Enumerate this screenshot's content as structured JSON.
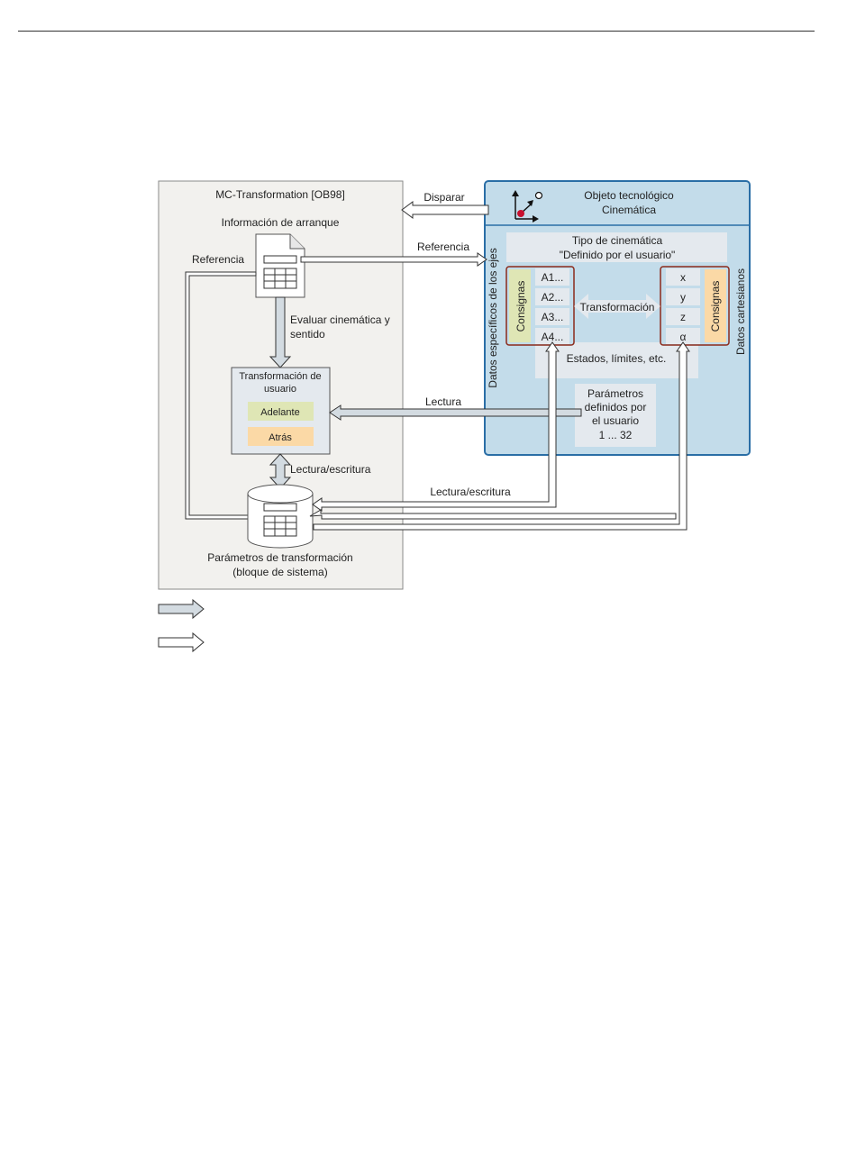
{
  "diagram": {
    "left_panel": {
      "title": "MC-Transformation [OB98]",
      "startup_info": "Información de arranque",
      "reference_label": "Referencia",
      "evaluate_line1": "Evaluar cinemática y",
      "evaluate_line2": "sentido",
      "user_transform_line1": "Transformación de",
      "user_transform_line2": "usuario",
      "forward": "Adelante",
      "backward": "Atrás",
      "rw_label": "Lectura/escritura",
      "params_line1": "Parámetros de transformación",
      "params_line2": "(bloque de sistema)"
    },
    "arrows": {
      "trigger": "Disparar",
      "reference": "Referencia",
      "read": "Lectura",
      "read_write": "Lectura/escritura"
    },
    "right_panel": {
      "title_line1": "Objeto tecnológico",
      "title_line2": "Cinemática",
      "kin_type_line1": "Tipo de cinemática",
      "kin_type_line2": "\"Definido por el usuario\"",
      "axis_data_label": "Datos específicos de los ejes",
      "cartesian_data_label": "Datos cartesianos",
      "setpoints_left": "Consignas",
      "setpoints_right": "Consignas",
      "axes": [
        "A1...",
        "A2...",
        "A3...",
        "A4..."
      ],
      "coords": [
        "x",
        "y",
        "z",
        "α"
      ],
      "transformation": "Transformación",
      "states": "Estados, límites, etc.",
      "user_params_line1": "Parámetros",
      "user_params_line2": "definidos por",
      "user_params_line3": "el usuario",
      "user_params_line4": "1 ... 32"
    },
    "colors": {
      "left_panel_bg": "#f2f1ee",
      "right_panel_bg": "#c3dcea",
      "right_panel_border": "#2a6ea6",
      "forward_bg": "#dfe6b5",
      "backward_bg": "#fbd9a6",
      "setpoint_left_bg": "#dfe6b5",
      "setpoint_right_bg": "#fbd9a6",
      "group_border": "#8b2a1a",
      "gray_arrow": "#d3dbe1",
      "trigger_dot": "#c8102e"
    }
  }
}
